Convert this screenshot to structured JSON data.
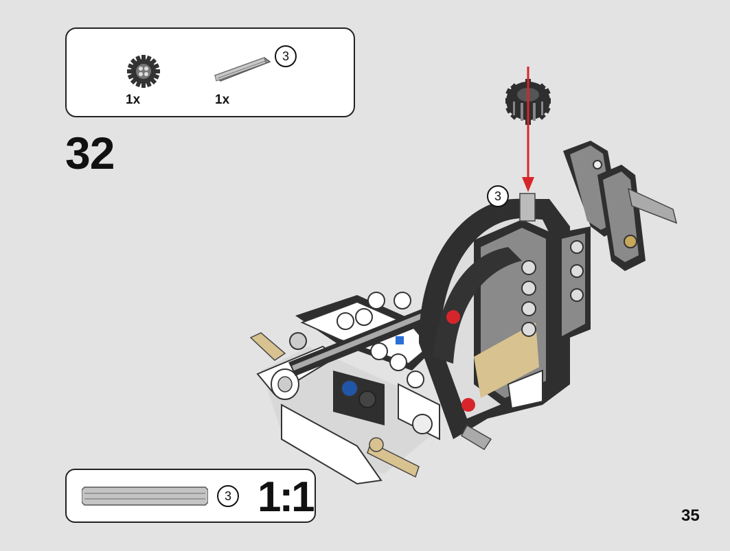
{
  "parts_list": {
    "items": [
      {
        "icon": "gear-12-tooth-icon",
        "quantity": "1x"
      },
      {
        "icon": "axle-3-icon",
        "quantity": "1x",
        "length_callout": "3"
      }
    ]
  },
  "step": {
    "number": "32"
  },
  "callout": {
    "axle_length": "3"
  },
  "scale_guide": {
    "axle_length": "3",
    "ratio": "1:1"
  },
  "page": {
    "number": "35"
  },
  "colors": {
    "arrow": "#d7262b",
    "parts_dark": "#2b2b2b",
    "parts_light": "#ffffff",
    "tan": "#d8c28f"
  }
}
